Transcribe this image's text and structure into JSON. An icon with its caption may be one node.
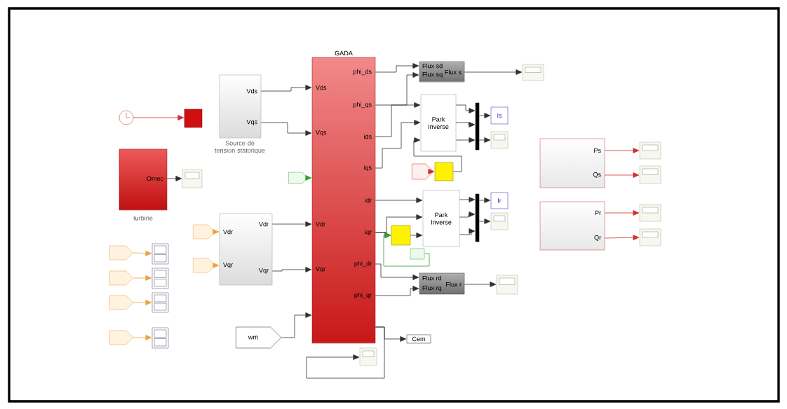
{
  "diagram": {
    "nodes": [
      {
        "text": [],
        "shape": "circle"
      },
      {
        "text": [],
        "shape": "box"
      },
      {
        "text": [
          "Omec"
        ],
        "beside": [
          "turbine"
        ]
      },
      {
        "text": [],
        "shape": "box"
      },
      {
        "text": [
          "Vds",
          "Vqs"
        ],
        "beside": [
          "Source de tension statorique"
        ]
      },
      {
        "text": [
          "Vdr",
          "Vqr",
          "Vdr",
          "Vqr"
        ]
      },
      {
        "text": [],
        "shape": "tag"
      },
      {
        "text": [],
        "shape": "tag"
      },
      {
        "text": [],
        "shape": "tag"
      },
      {
        "text": [
          "GADA",
          "Vds",
          "Vqs",
          "Vdr",
          "Vqr",
          "phi_ds",
          "phi_qs",
          "ids",
          "iqs",
          "idr",
          "iqr",
          "phi_dr",
          "phi_qr"
        ]
      },
      {
        "text": [
          "wm"
        ]
      },
      {
        "text": [
          "Flux sd",
          "Flux sq",
          "Flux s"
        ]
      },
      {
        "text": [],
        "shape": "box"
      },
      {
        "text": [
          "Park Inverse"
        ]
      },
      {
        "text": [],
        "shape": "bar"
      },
      {
        "text": [
          "Is"
        ]
      },
      {
        "text": [],
        "shape": "box"
      },
      {
        "text": [],
        "shape": "tag"
      },
      {
        "text": [],
        "shape": "box"
      },
      {
        "text": [
          "Park Inverse"
        ]
      },
      {
        "text": [],
        "shape": "bar"
      },
      {
        "text": [
          "Ir"
        ]
      },
      {
        "text": [],
        "shape": "box"
      },
      {
        "text": [],
        "shape": "box"
      },
      {
        "text": [],
        "shape": "box"
      },
      {
        "text": [
          "Flux rd",
          "Flux rq",
          "Flux r"
        ]
      },
      {
        "text": [],
        "shape": "box"
      },
      {
        "text": [
          "Cem"
        ]
      },
      {
        "text": [],
        "shape": "box"
      },
      {
        "text": [
          "Ps",
          "Qs"
        ]
      },
      {
        "text": [],
        "shape": "box"
      },
      {
        "text": [],
        "shape": "box"
      },
      {
        "text": [
          "Pr",
          "Qr"
        ]
      },
      {
        "text": [],
        "shape": "box"
      },
      {
        "text": [],
        "shape": "box"
      },
      {
        "text": [],
        "shape": "tag"
      },
      {
        "text": [],
        "shape": "tag"
      },
      {
        "text": [],
        "shape": "tag"
      },
      {
        "text": [],
        "shape": "tag"
      },
      {
        "text": [],
        "shape": "box"
      },
      {
        "text": [],
        "shape": "box"
      },
      {
        "text": [],
        "shape": "box"
      },
      {
        "text": [],
        "shape": "box"
      }
    ],
    "edges": [
      {
        "from": 0,
        "to": 1,
        "arrow": "to",
        "color": "#d03030"
      },
      {
        "from": 2,
        "to": 3,
        "arrow": "to"
      },
      {
        "from": 4,
        "to": 9,
        "arrow": "to"
      },
      {
        "from": 4,
        "to": 9,
        "arrow": "to"
      },
      {
        "from": 8,
        "to": 9,
        "arrow": "to",
        "color": "#30a030"
      },
      {
        "from": 6,
        "to": 5,
        "arrow": "to",
        "color": "#f0a040"
      },
      {
        "from": 7,
        "to": 5,
        "arrow": "to",
        "color": "#f0a040"
      },
      {
        "from": 5,
        "to": 9,
        "arrow": "to"
      },
      {
        "from": 5,
        "to": 9,
        "arrow": "to"
      },
      {
        "from": 10,
        "to": 9,
        "arrow": "to"
      },
      {
        "from": 9,
        "to": 11,
        "arrow": "to"
      },
      {
        "from": 9,
        "to": 11,
        "arrow": "to"
      },
      {
        "from": 11,
        "to": 12,
        "arrow": "to"
      },
      {
        "from": 9,
        "to": 13,
        "arrow": "to"
      },
      {
        "from": 9,
        "to": 13,
        "arrow": "to"
      },
      {
        "from": 18,
        "to": 13,
        "arrow": "to"
      },
      {
        "from": 17,
        "to": 18,
        "arrow": "to",
        "color": "#d03030"
      },
      {
        "from": 13,
        "to": 14,
        "arrow": "to"
      },
      {
        "from": 13,
        "to": 14,
        "arrow": "to"
      },
      {
        "from": 13,
        "to": 14,
        "arrow": "to"
      },
      {
        "from": 14,
        "to": 15,
        "arrow": "to"
      },
      {
        "from": 14,
        "to": 16,
        "arrow": "to"
      },
      {
        "from": 9,
        "to": 19,
        "arrow": "to"
      },
      {
        "from": 9,
        "to": 19,
        "arrow": "to"
      },
      {
        "from": 9,
        "to": 23,
        "arrow": "to"
      },
      {
        "from": 23,
        "to": 19,
        "arrow": "to"
      },
      {
        "from": 24,
        "to": 23,
        "arrow": "to",
        "color": "#30a030"
      },
      {
        "from": 19,
        "to": 20,
        "arrow": "to"
      },
      {
        "from": 19,
        "to": 20,
        "arrow": "to"
      },
      {
        "from": 19,
        "to": 20,
        "arrow": "to"
      },
      {
        "from": 20,
        "to": 21,
        "arrow": "to"
      },
      {
        "from": 20,
        "to": 22,
        "arrow": "to"
      },
      {
        "from": 9,
        "to": 25,
        "arrow": "to"
      },
      {
        "from": 9,
        "to": 25,
        "arrow": "to"
      },
      {
        "from": 25,
        "to": 26,
        "arrow": "to"
      },
      {
        "from": 9,
        "to": 27,
        "arrow": "to"
      },
      {
        "from": 9,
        "to": 28,
        "arrow": "to"
      },
      {
        "from": 29,
        "to": 30,
        "arrow": "to",
        "color": "#d03030"
      },
      {
        "from": 29,
        "to": 31,
        "arrow": "to",
        "color": "#d03030"
      },
      {
        "from": 32,
        "to": 33,
        "arrow": "to",
        "color": "#d03030"
      },
      {
        "from": 32,
        "to": 34,
        "arrow": "to",
        "color": "#d03030"
      },
      {
        "from": 35,
        "to": 39,
        "arrow": "to",
        "color": "#f0a040"
      },
      {
        "from": 36,
        "to": 40,
        "arrow": "to",
        "color": "#f0a040"
      },
      {
        "from": 37,
        "to": 41,
        "arrow": "to",
        "color": "#f0a040"
      },
      {
        "from": 38,
        "to": 42,
        "arrow": "to",
        "color": "#f0a040"
      }
    ]
  }
}
